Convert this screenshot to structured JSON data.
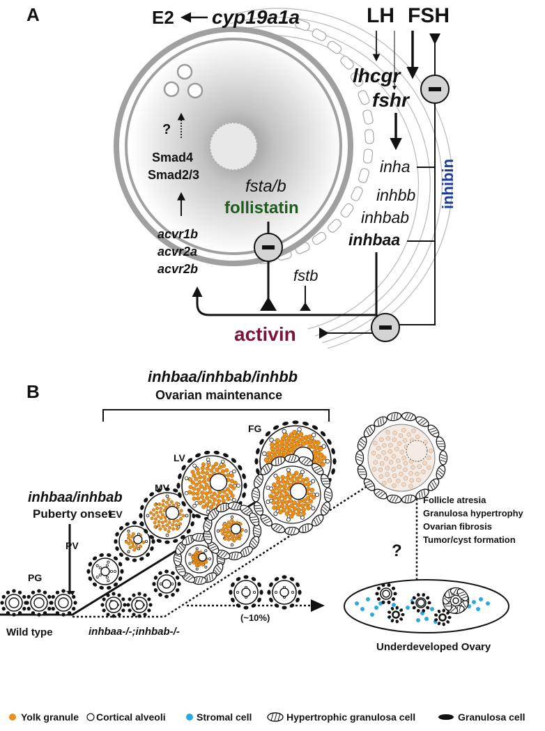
{
  "panel_a": {
    "label": "A",
    "e2": "E2",
    "cyp": "cyp19a1a",
    "lh": "LH",
    "fsh": "FSH",
    "lhcgr": "lhcgr",
    "fshr": "fshr",
    "inha": "inha",
    "inhbb": "inhbb",
    "inhbab": "inhbab",
    "inhbaa": "inhbaa",
    "inhibin": "inhibin",
    "question": "?",
    "smad4": "Smad4",
    "smad23": "Smad2/3",
    "acvr1b": "acvr1b",
    "acvr2a": "acvr2a",
    "acvr2b": "acvr2b",
    "fsta_b": "fsta/b",
    "follistatin": "follistatin",
    "fstb": "fstb",
    "activin": "activin",
    "minus": "-"
  },
  "panel_b": {
    "label": "B",
    "top_genes": "inhbaa/inhbab/inhbb",
    "top_role": "Ovarian maintenance",
    "left_genes": "inhbaa/inhbab",
    "left_role": "Puberty onset",
    "stages": [
      "PG",
      "PV",
      "EV",
      "MV",
      "LV",
      "FG"
    ],
    "wild_type": "Wild type",
    "mutant": "inhbaa-/-;inhbab-/-",
    "percent": "(~10%)",
    "question": "?",
    "outcomes": [
      "Follicle atresia",
      "Granulosa hypertrophy",
      "Ovarian fibrosis",
      "Tumor/cyst formation"
    ],
    "ovary_label": "Underdeveloped Ovary"
  },
  "legend": {
    "yolk": "Yolk granule",
    "cortical": "Cortical alveoli",
    "stromal": "Stromal cell",
    "hypertrophic": "Hypertrophic granulosa cell",
    "granulosa": "Granulosa cell"
  },
  "colors": {
    "yolk": "#e8901c",
    "stromal": "#2aa8e0",
    "follistatin": "#1e5b1e",
    "inhibin": "#1a3a9c",
    "activin": "#7a1438",
    "oocyte_ring": "#a0a0a0"
  }
}
